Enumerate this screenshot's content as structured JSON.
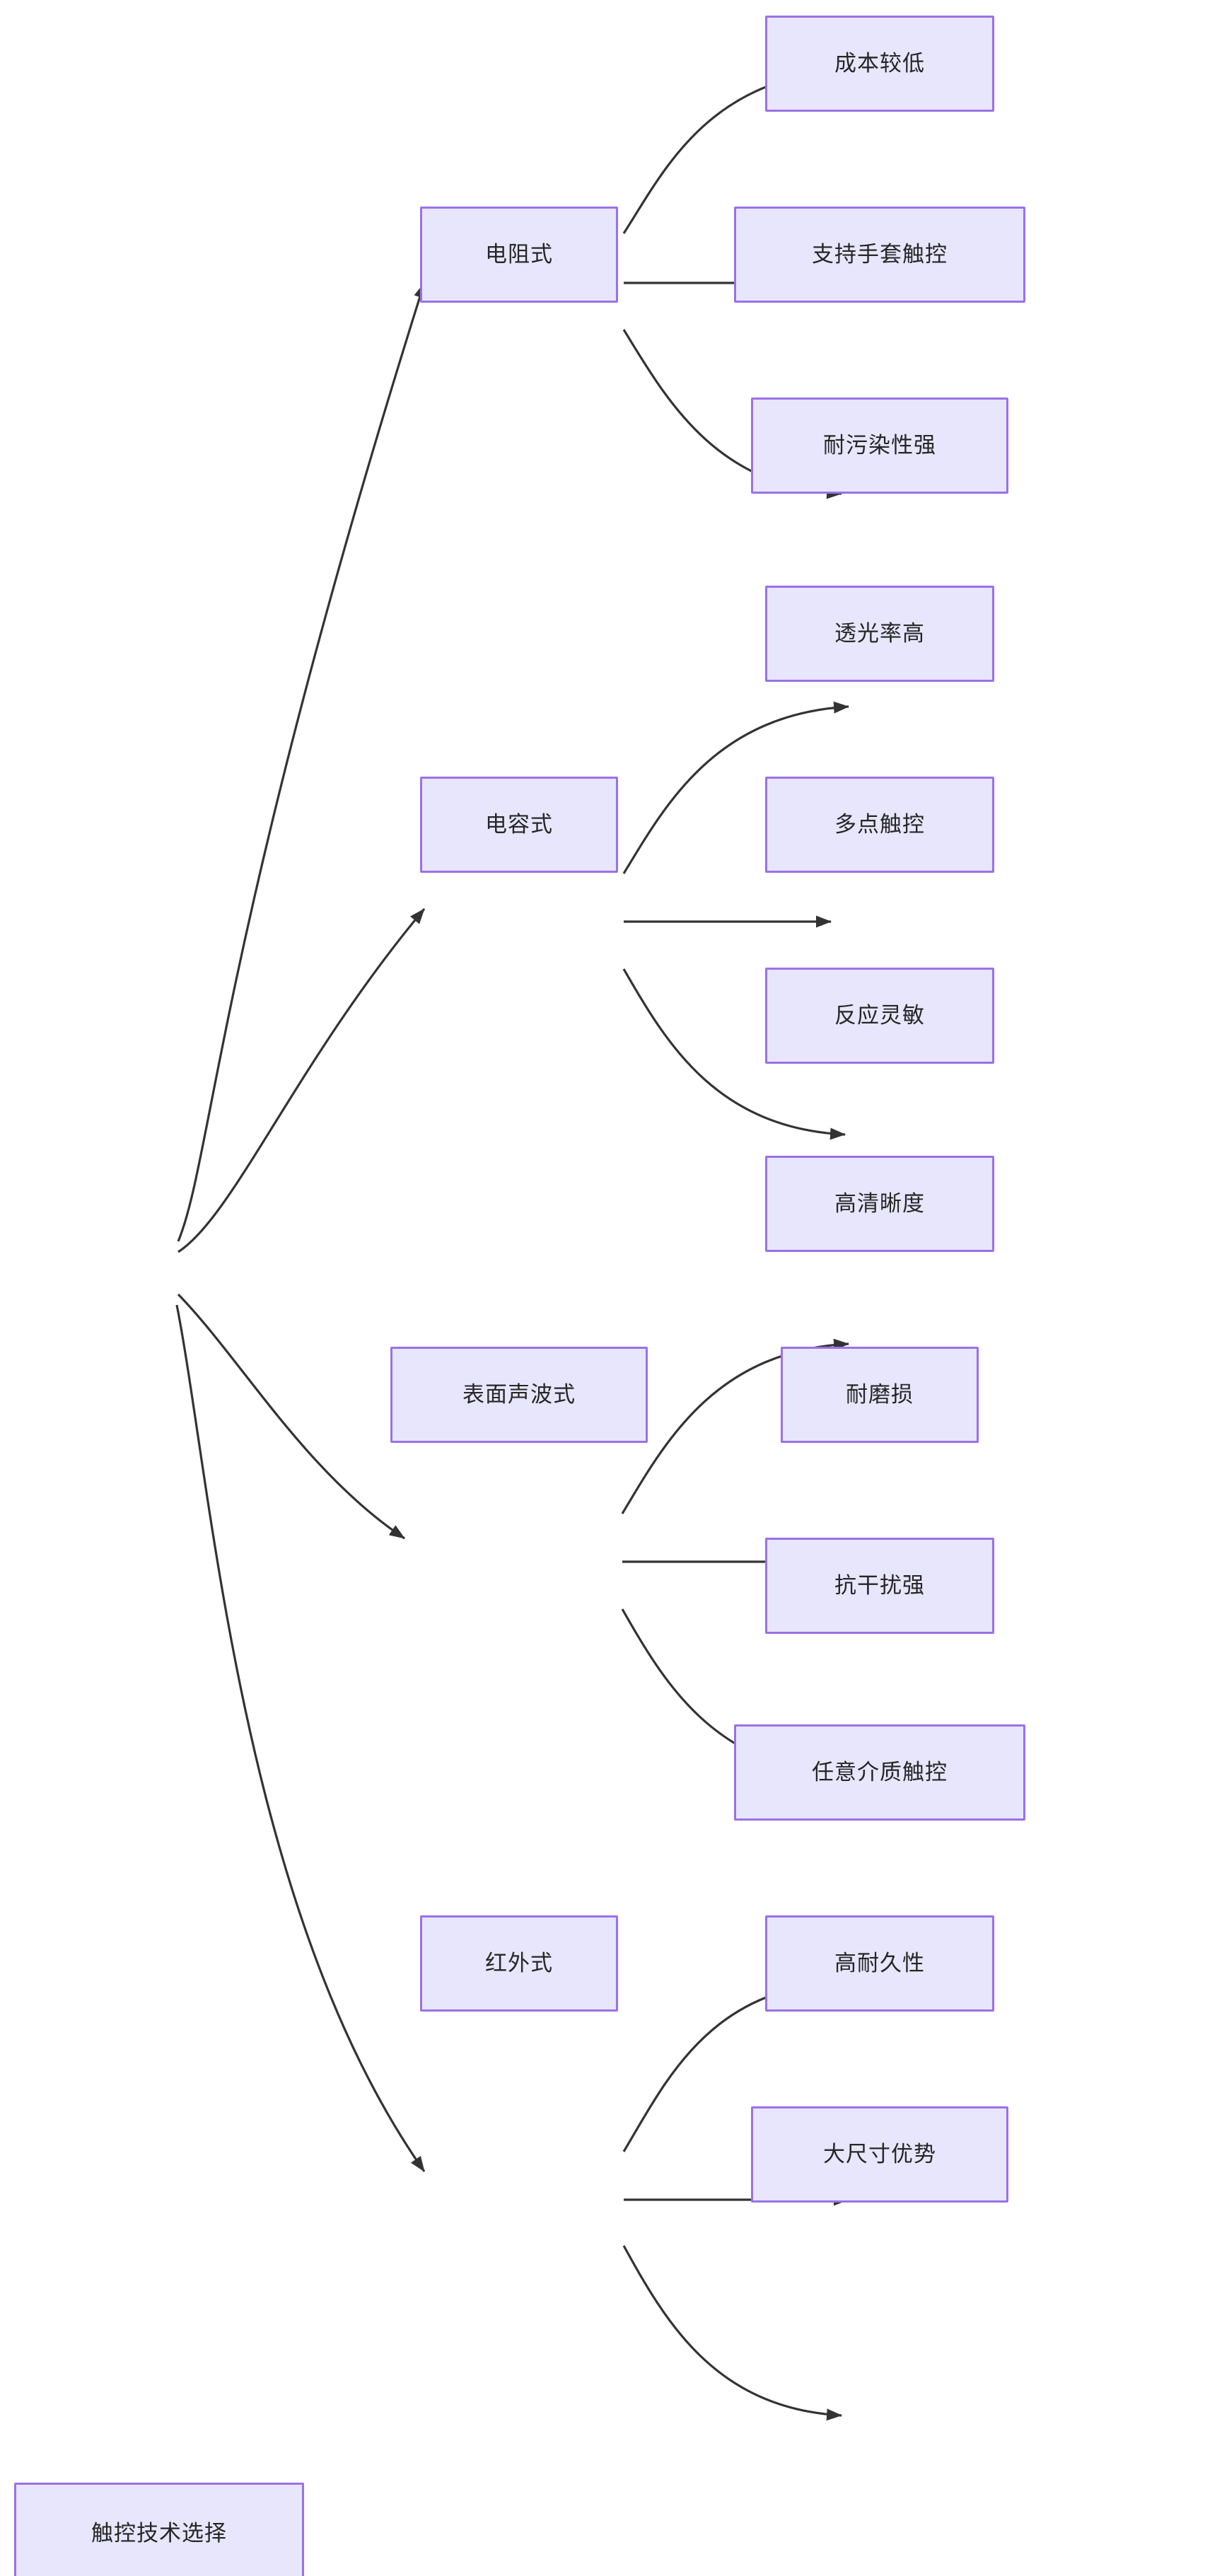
{
  "diagram": {
    "type": "flowchart",
    "direction": "left-to-right",
    "title": "触控技术选择",
    "theme": {
      "node_fill": "#e8e6fc",
      "node_border": "#9a71e8",
      "edge_color": "#333333",
      "text_color": "#262626",
      "background": "#ffffff"
    },
    "nodes": {
      "root": {
        "id": "root",
        "label": "触控技术选择",
        "level": 0
      },
      "branch1": {
        "id": "branch1",
        "label": "电阻式",
        "level": 1
      },
      "branch1_leaf1": {
        "id": "branch1_leaf1",
        "label": "成本较低",
        "level": 2
      },
      "branch1_leaf2": {
        "id": "branch1_leaf2",
        "label": "支持手套触控",
        "level": 2
      },
      "branch1_leaf3": {
        "id": "branch1_leaf3",
        "label": "耐污染性强",
        "level": 2
      },
      "branch2": {
        "id": "branch2",
        "label": "电容式",
        "level": 1
      },
      "branch2_leaf1": {
        "id": "branch2_leaf1",
        "label": "透光率高",
        "level": 2
      },
      "branch2_leaf2": {
        "id": "branch2_leaf2",
        "label": "多点触控",
        "level": 2
      },
      "branch2_leaf3": {
        "id": "branch2_leaf3",
        "label": "反应灵敏",
        "level": 2
      },
      "branch3": {
        "id": "branch3",
        "label": "表面声波式",
        "level": 1
      },
      "branch3_leaf1": {
        "id": "branch3_leaf1",
        "label": "高清晰度",
        "level": 2
      },
      "branch3_leaf2": {
        "id": "branch3_leaf2",
        "label": "耐磨损",
        "level": 2
      },
      "branch3_leaf3": {
        "id": "branch3_leaf3",
        "label": "抗干扰强",
        "level": 2
      },
      "branch4": {
        "id": "branch4",
        "label": "红外式",
        "level": 1
      },
      "branch4_leaf1": {
        "id": "branch4_leaf1",
        "label": "任意介质触控",
        "level": 2
      },
      "branch4_leaf2": {
        "id": "branch4_leaf2",
        "label": "高耐久性",
        "level": 2
      },
      "branch4_leaf3": {
        "id": "branch4_leaf3",
        "label": "大尺寸优势",
        "level": 2
      }
    },
    "edges": [
      {
        "from": "root",
        "to": "branch1",
        "arrow": "triangle"
      },
      {
        "from": "root",
        "to": "branch2",
        "arrow": "triangle"
      },
      {
        "from": "root",
        "to": "branch3",
        "arrow": "triangle"
      },
      {
        "from": "root",
        "to": "branch4",
        "arrow": "triangle"
      },
      {
        "from": "branch1",
        "to": "branch1_leaf1",
        "arrow": "triangle"
      },
      {
        "from": "branch1",
        "to": "branch1_leaf2",
        "arrow": "triangle"
      },
      {
        "from": "branch1",
        "to": "branch1_leaf3",
        "arrow": "triangle"
      },
      {
        "from": "branch2",
        "to": "branch2_leaf1",
        "arrow": "triangle"
      },
      {
        "from": "branch2",
        "to": "branch2_leaf2",
        "arrow": "triangle"
      },
      {
        "from": "branch2",
        "to": "branch2_leaf3",
        "arrow": "triangle"
      },
      {
        "from": "branch3",
        "to": "branch3_leaf1",
        "arrow": "triangle"
      },
      {
        "from": "branch3",
        "to": "branch3_leaf2",
        "arrow": "triangle"
      },
      {
        "from": "branch3",
        "to": "branch3_leaf3",
        "arrow": "triangle"
      },
      {
        "from": "branch4",
        "to": "branch4_leaf1",
        "arrow": "triangle"
      },
      {
        "from": "branch4",
        "to": "branch4_leaf2",
        "arrow": "triangle"
      },
      {
        "from": "branch4",
        "to": "branch4_leaf3",
        "arrow": "triangle"
      }
    ]
  }
}
